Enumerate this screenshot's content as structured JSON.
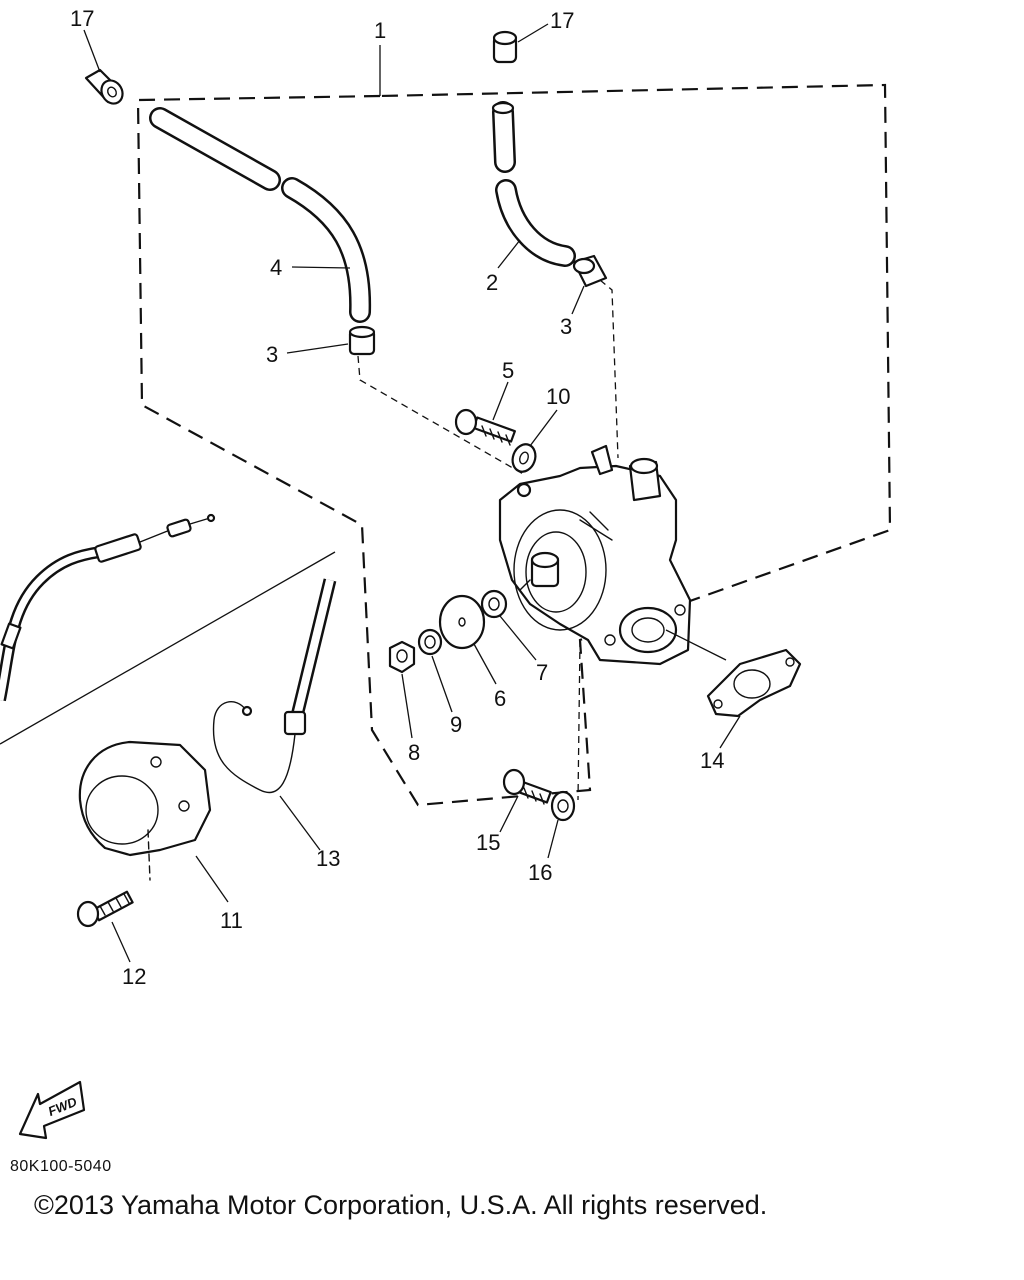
{
  "callouts": [
    {
      "id": "p17a",
      "text": "17"
    },
    {
      "id": "p17b",
      "text": "17"
    },
    {
      "id": "p1",
      "text": "1"
    },
    {
      "id": "p4",
      "text": "4"
    },
    {
      "id": "p2",
      "text": "2"
    },
    {
      "id": "p3a",
      "text": "3"
    },
    {
      "id": "p3b",
      "text": "3"
    },
    {
      "id": "p5",
      "text": "5"
    },
    {
      "id": "p10",
      "text": "10"
    },
    {
      "id": "p7",
      "text": "7"
    },
    {
      "id": "p6",
      "text": "6"
    },
    {
      "id": "p9",
      "text": "9"
    },
    {
      "id": "p8",
      "text": "8"
    },
    {
      "id": "p14",
      "text": "14"
    },
    {
      "id": "p15",
      "text": "15"
    },
    {
      "id": "p16",
      "text": "16"
    },
    {
      "id": "p13",
      "text": "13"
    },
    {
      "id": "p11",
      "text": "11"
    },
    {
      "id": "p12",
      "text": "12"
    }
  ],
  "fwd_label": "FWD",
  "diagram_code": "80K100-5040",
  "copyright": "©2013 Yamaha Motor Corporation, U.S.A. All rights reserved."
}
